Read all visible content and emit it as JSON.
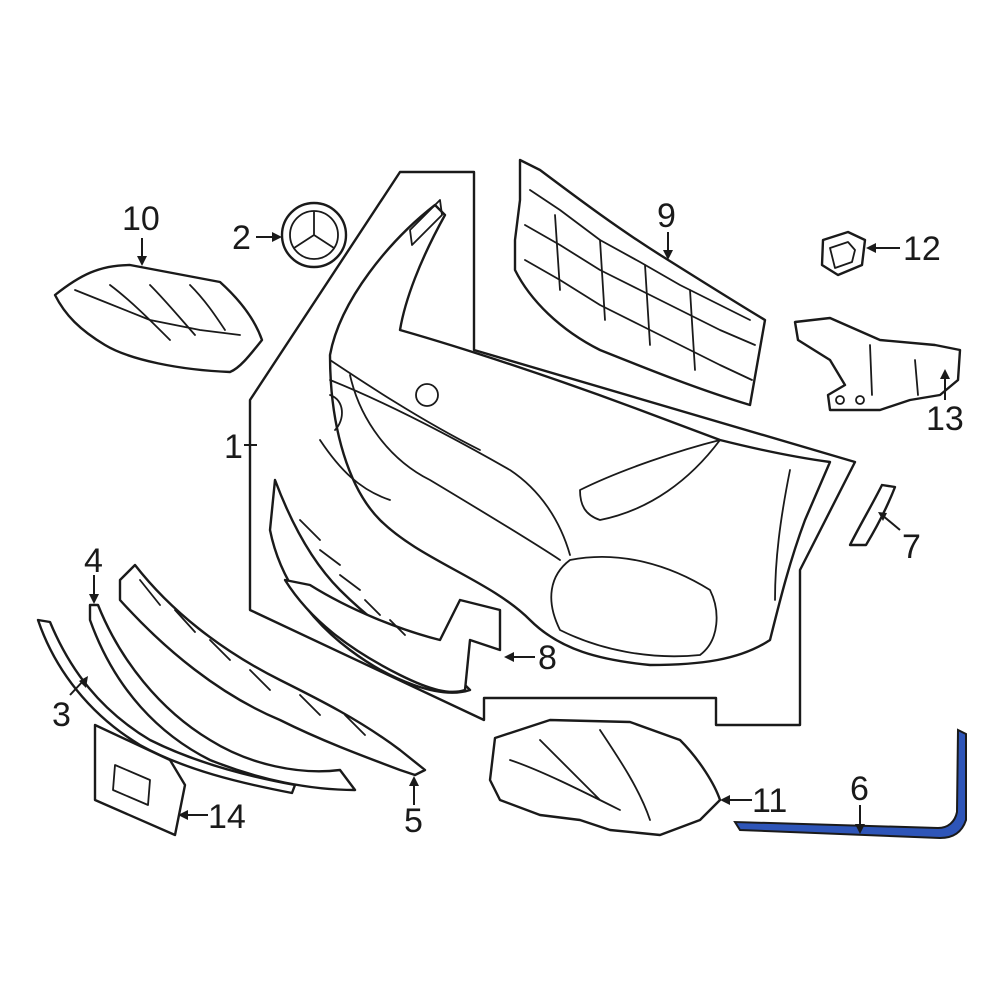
{
  "diagram": {
    "highlight_color": "#2e55b8",
    "line_color": "#1a1a1a",
    "callouts": [
      {
        "id": "1",
        "label": "1"
      },
      {
        "id": "2",
        "label": "2"
      },
      {
        "id": "3",
        "label": "3"
      },
      {
        "id": "4",
        "label": "4"
      },
      {
        "id": "5",
        "label": "5"
      },
      {
        "id": "6",
        "label": "6"
      },
      {
        "id": "7",
        "label": "7"
      },
      {
        "id": "8",
        "label": "8"
      },
      {
        "id": "9",
        "label": "9"
      },
      {
        "id": "10",
        "label": "10"
      },
      {
        "id": "11",
        "label": "11"
      },
      {
        "id": "12",
        "label": "12"
      },
      {
        "id": "13",
        "label": "13"
      },
      {
        "id": "14",
        "label": "14"
      }
    ],
    "highlighted_part": "6"
  }
}
